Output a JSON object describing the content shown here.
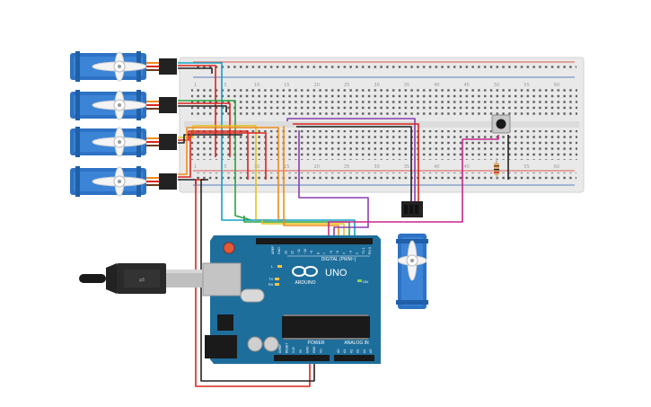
{
  "arduino": {
    "logo_text": "ARDUINO",
    "model_text": "UNO",
    "digital_label": "DIGITAL (PWM~)",
    "power_label": "POWER",
    "analog_label": "ANALOG IN",
    "tx_label": "TX",
    "rx_label": "RX",
    "l_label": "L",
    "on_label": "ON",
    "digital_pins": [
      "AREF",
      "GND",
      "13",
      "12",
      "~11",
      "~10",
      "~9",
      "8",
      "7",
      "~6",
      "~5",
      "4",
      "~3",
      "2",
      "TX 1",
      "RX 0"
    ],
    "power_pins": [
      "IOREF",
      "RESET",
      "3.3V",
      "5V",
      "GND",
      "GND",
      "Vin"
    ],
    "analog_pins": [
      "A0",
      "A1",
      "A2",
      "A3",
      "A4",
      "A5"
    ]
  },
  "breadboard": {
    "top_numbers": [
      "1",
      "5",
      "10",
      "15",
      "20",
      "25",
      "30",
      "35",
      "40",
      "45",
      "50",
      "55",
      "60"
    ],
    "bottom_numbers": [
      "1",
      "5",
      "10",
      "15",
      "20",
      "25",
      "30",
      "35",
      "40",
      "45",
      "50",
      "55",
      "60"
    ]
  },
  "colors": {
    "servo_blue": "#2d72c4",
    "arduino_teal": "#1e6e9c",
    "breadboard": "#e9e9e9",
    "wire_red": "#d9261c",
    "wire_black": "#222222",
    "wire_orange": "#f08c1a",
    "wire_yellow": "#e5c21b",
    "wire_green": "#2ea043",
    "wire_cyan": "#14a2c4",
    "wire_purple": "#8a3fb0",
    "wire_magenta": "#c8258c"
  }
}
